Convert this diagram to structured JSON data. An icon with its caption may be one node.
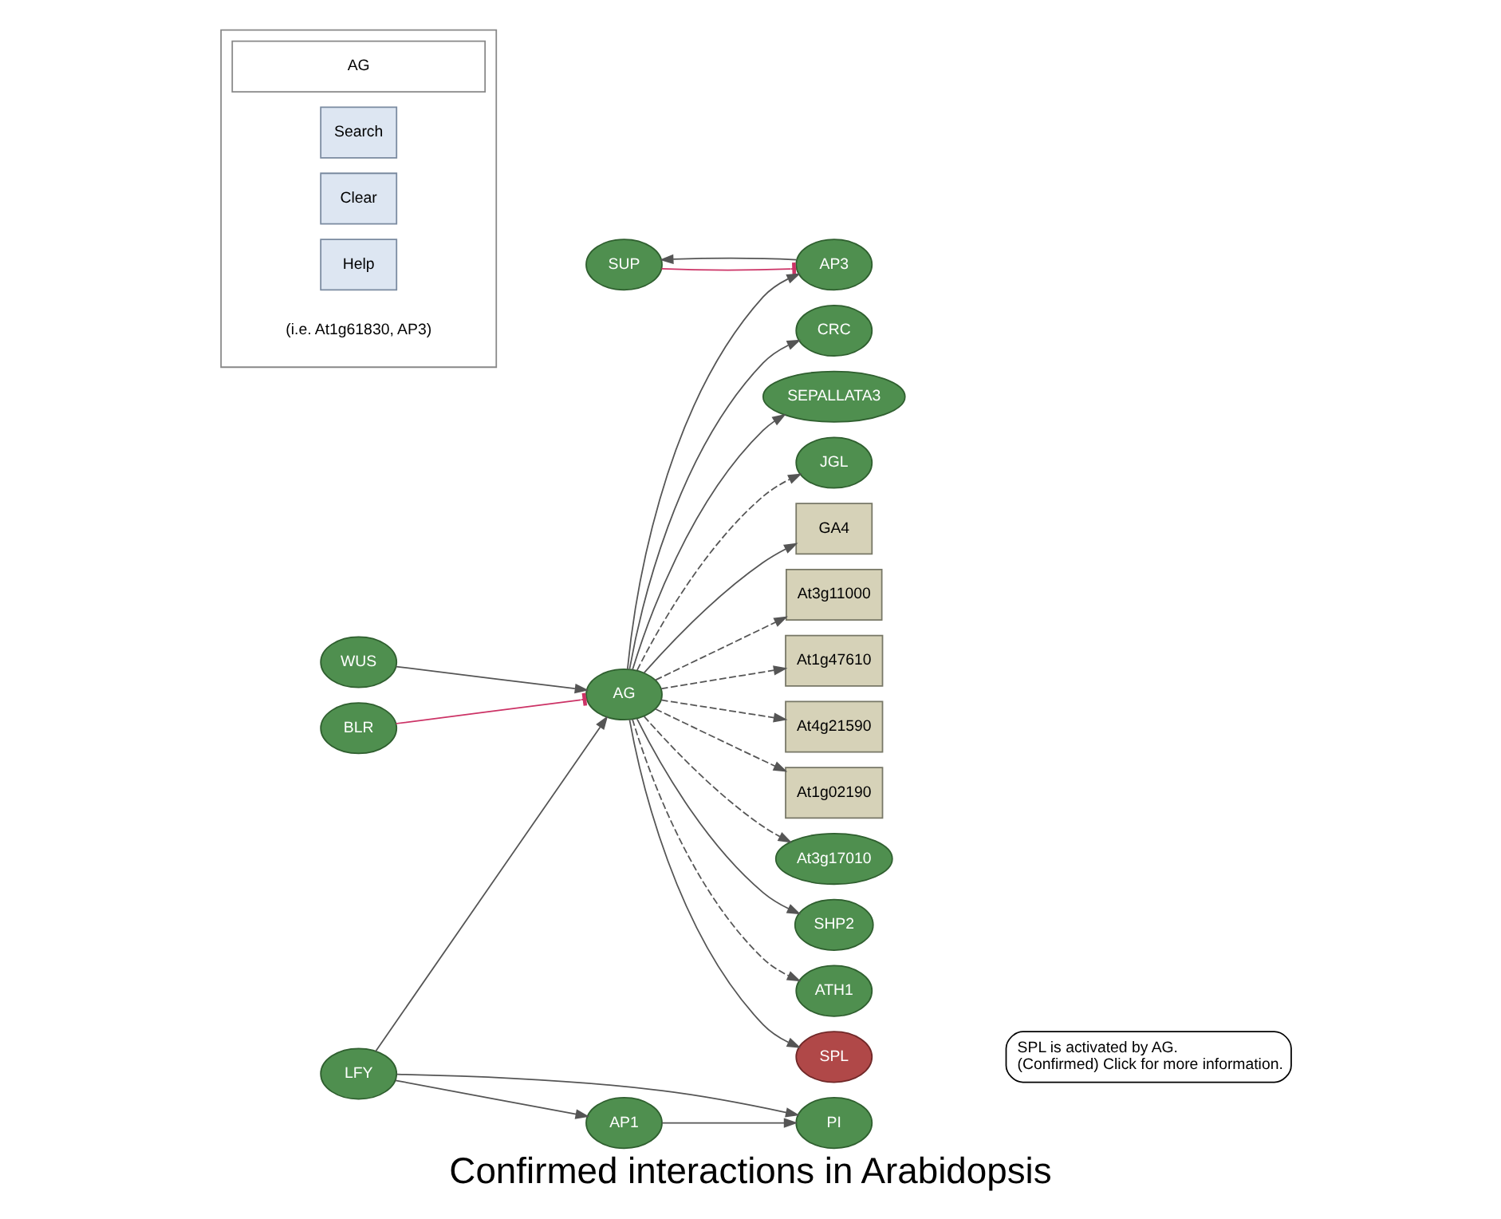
{
  "diagram": {
    "caption": "Confirmed interactions in Arabidopsis",
    "nodes": [
      {
        "text": [],
        "shape": "box"
      },
      {
        "text": [
          "AG"
        ],
        "in": 0
      },
      {
        "text": [
          "Search"
        ],
        "in": 0
      },
      {
        "text": [
          "Clear"
        ],
        "in": 0
      },
      {
        "text": [
          "Help"
        ],
        "in": 0
      },
      {
        "text": [
          "(i.e. At1g61830, AP3)"
        ],
        "in": 0
      },
      {
        "text": [
          "SUP"
        ]
      },
      {
        "text": [
          "AP3"
        ]
      },
      {
        "text": [
          "PI"
        ]
      },
      {
        "text": [
          "CRC"
        ]
      },
      {
        "text": [
          "WUS"
        ]
      },
      {
        "text": [
          "SEPALLATA3"
        ]
      },
      {
        "text": [
          "JGL"
        ]
      },
      {
        "text": [
          "LFY"
        ]
      },
      {
        "text": [
          "AG"
        ]
      },
      {
        "text": [
          "GA4"
        ]
      },
      {
        "text": [
          "At3g11000"
        ]
      },
      {
        "text": [
          "At1g47610"
        ]
      },
      {
        "text": [
          "At4g21590"
        ]
      },
      {
        "text": [
          "At1g02190"
        ]
      },
      {
        "text": [
          "At3g17010"
        ]
      },
      {
        "text": [
          "BLR"
        ]
      },
      {
        "text": [
          "SHP2"
        ]
      },
      {
        "text": [
          "ATH1"
        ]
      },
      {
        "text": [
          "AP1"
        ]
      },
      {
        "text": [
          "SPL is activated by AG. (Confirmed) Click for more information."
        ]
      },
      {
        "text": [
          "SPL"
        ]
      }
    ],
    "edges": [
      {
        "from": 7,
        "to": 6,
        "arrow": "to"
      },
      {
        "from": 6,
        "to": 7,
        "arrow": "other",
        "color": "#cc3366"
      },
      {
        "from": 14,
        "to": 7,
        "arrow": "to"
      },
      {
        "from": 13,
        "to": 8,
        "arrow": "to"
      },
      {
        "from": 24,
        "to": 8,
        "arrow": "to"
      },
      {
        "from": 13,
        "to": 24,
        "arrow": "to"
      },
      {
        "from": 13,
        "to": 14,
        "arrow": "to"
      },
      {
        "from": 14,
        "to": 9,
        "arrow": "to"
      },
      {
        "from": 10,
        "to": 14,
        "arrow": "to"
      },
      {
        "from": 14,
        "to": 11,
        "arrow": "to"
      },
      {
        "from": 14,
        "to": 12,
        "arrow": "to",
        "style": "dashed"
      },
      {
        "from": 14,
        "to": 15,
        "arrow": "to"
      },
      {
        "from": 14,
        "to": 16,
        "arrow": "to",
        "style": "dashed"
      },
      {
        "from": 14,
        "to": 17,
        "arrow": "to",
        "style": "dashed"
      },
      {
        "from": 14,
        "to": 18,
        "arrow": "to",
        "style": "dashed"
      },
      {
        "from": 14,
        "to": 19,
        "arrow": "to",
        "style": "dashed"
      },
      {
        "from": 14,
        "to": 20,
        "arrow": "to",
        "style": "dashed"
      },
      {
        "from": 14,
        "to": 23,
        "arrow": "to",
        "style": "dashed"
      },
      {
        "from": 14,
        "to": 22,
        "arrow": "to"
      },
      {
        "from": 21,
        "to": 14,
        "arrow": "other",
        "color": "#cc3366"
      },
      {
        "from": 14,
        "to": 26,
        "arrow": "to"
      }
    ]
  }
}
